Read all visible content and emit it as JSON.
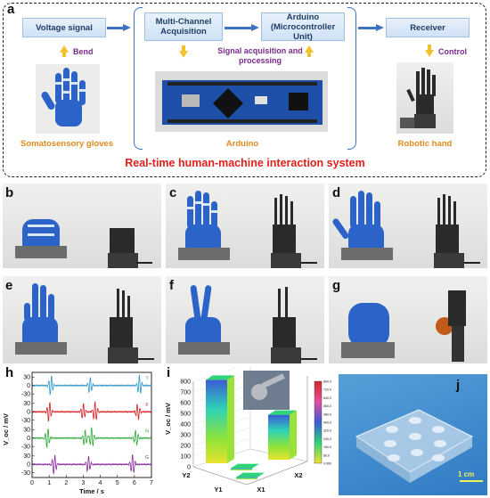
{
  "panel_labels": {
    "a": "a",
    "b": "b",
    "c": "c",
    "d": "d",
    "e": "e",
    "f": "f",
    "g": "g",
    "h": "h",
    "i": "i",
    "j": "j"
  },
  "flow": {
    "voltage_signal": "Voltage signal",
    "multi_channel": "Multi-Channel Acquisition",
    "arduino_box_line1": "Arduino",
    "arduino_box_line2": "(Microcontroller Unit)",
    "receiver": "Receiver",
    "bend": "Bend",
    "control": "Control",
    "signal_processing": "Signal acquisition and processing",
    "caption_gloves": "Somatosensory gloves",
    "caption_arduino": "Arduino",
    "caption_robotic_hand": "Robotic hand",
    "system_title": "Real-time human-machine interaction system"
  },
  "colors": {
    "flow_arrow": "#3f74c4",
    "yellow_arrow": "#f2c22e",
    "orange_caption": "#e08a1e",
    "purple_caption": "#7a2a8c",
    "title_red": "#e0201b",
    "glove_blue": "#2c63c9"
  },
  "panel_j": {
    "scale_text": "1 cm"
  },
  "chart_data": [
    {
      "type": "line",
      "panel": "h",
      "xlabel": "Time / s",
      "ylabel": "V_oc / mV",
      "x_ticks": [
        0,
        1,
        2,
        3,
        4,
        5,
        6,
        7
      ],
      "y_ticks": [
        -30,
        0,
        30
      ],
      "xlim": [
        0,
        7
      ],
      "series": [
        {
          "name": "T",
          "color": "#2f97c9",
          "bursts": [
            1.1,
            3.4,
            6.3
          ]
        },
        {
          "name": "F",
          "color": "#d81f26",
          "bursts": [
            1.0,
            3.0,
            3.7,
            6.2
          ]
        },
        {
          "name": "N",
          "color": "#2faa3c",
          "bursts": [
            0.9,
            3.1,
            3.5,
            6.1
          ]
        },
        {
          "name": "G",
          "color": "#8a2c9c",
          "bursts": [
            1.3,
            3.3,
            5.9
          ]
        }
      ]
    },
    {
      "type": "bar3d",
      "panel": "i",
      "ylabel": "V_oc / mV",
      "y_ticks": [
        0,
        100,
        200,
        300,
        400,
        500,
        600,
        700,
        800
      ],
      "axis_labels": [
        "Y2",
        "Y1",
        "X1",
        "X2"
      ],
      "bars": [
        {
          "x": "Y2",
          "value": 780
        },
        {
          "x": "Y1",
          "value": 20
        },
        {
          "x": "X1",
          "value": 20
        },
        {
          "x": "X2",
          "value": 420
        }
      ],
      "colorbar": [
        "800.0",
        "720.0",
        "640.0",
        "560.0",
        "480.0",
        "400.0",
        "320.0",
        "240.0",
        "160.0",
        "80.0",
        "0.000"
      ]
    }
  ]
}
